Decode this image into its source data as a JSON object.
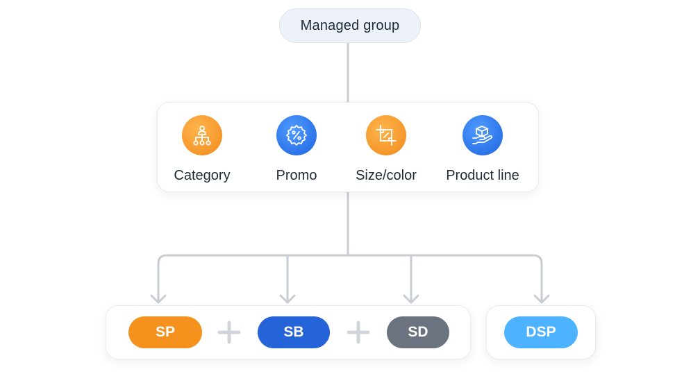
{
  "root": {
    "label": "Managed group"
  },
  "groupings": [
    {
      "label": "Category",
      "icon": "hierarchy-icon",
      "color": "orange"
    },
    {
      "label": "Promo",
      "icon": "percent-badge-icon",
      "color": "blue"
    },
    {
      "label": "Size/color",
      "icon": "crop-icon",
      "color": "orange"
    },
    {
      "label": "Product line",
      "icon": "box-in-hand-icon",
      "color": "blue"
    }
  ],
  "channels": [
    {
      "label": "SP",
      "color": "#f5921e"
    },
    {
      "label": "SB",
      "color": "#2563d8"
    },
    {
      "label": "SD",
      "color": "#6b7280"
    }
  ],
  "dsp": {
    "label": "DSP",
    "color": "#4db2ff"
  },
  "colors": {
    "connector": "#c8ccd3",
    "plus": "#d1d5db",
    "orange": "#f5921e",
    "blue": "#2563d8"
  }
}
